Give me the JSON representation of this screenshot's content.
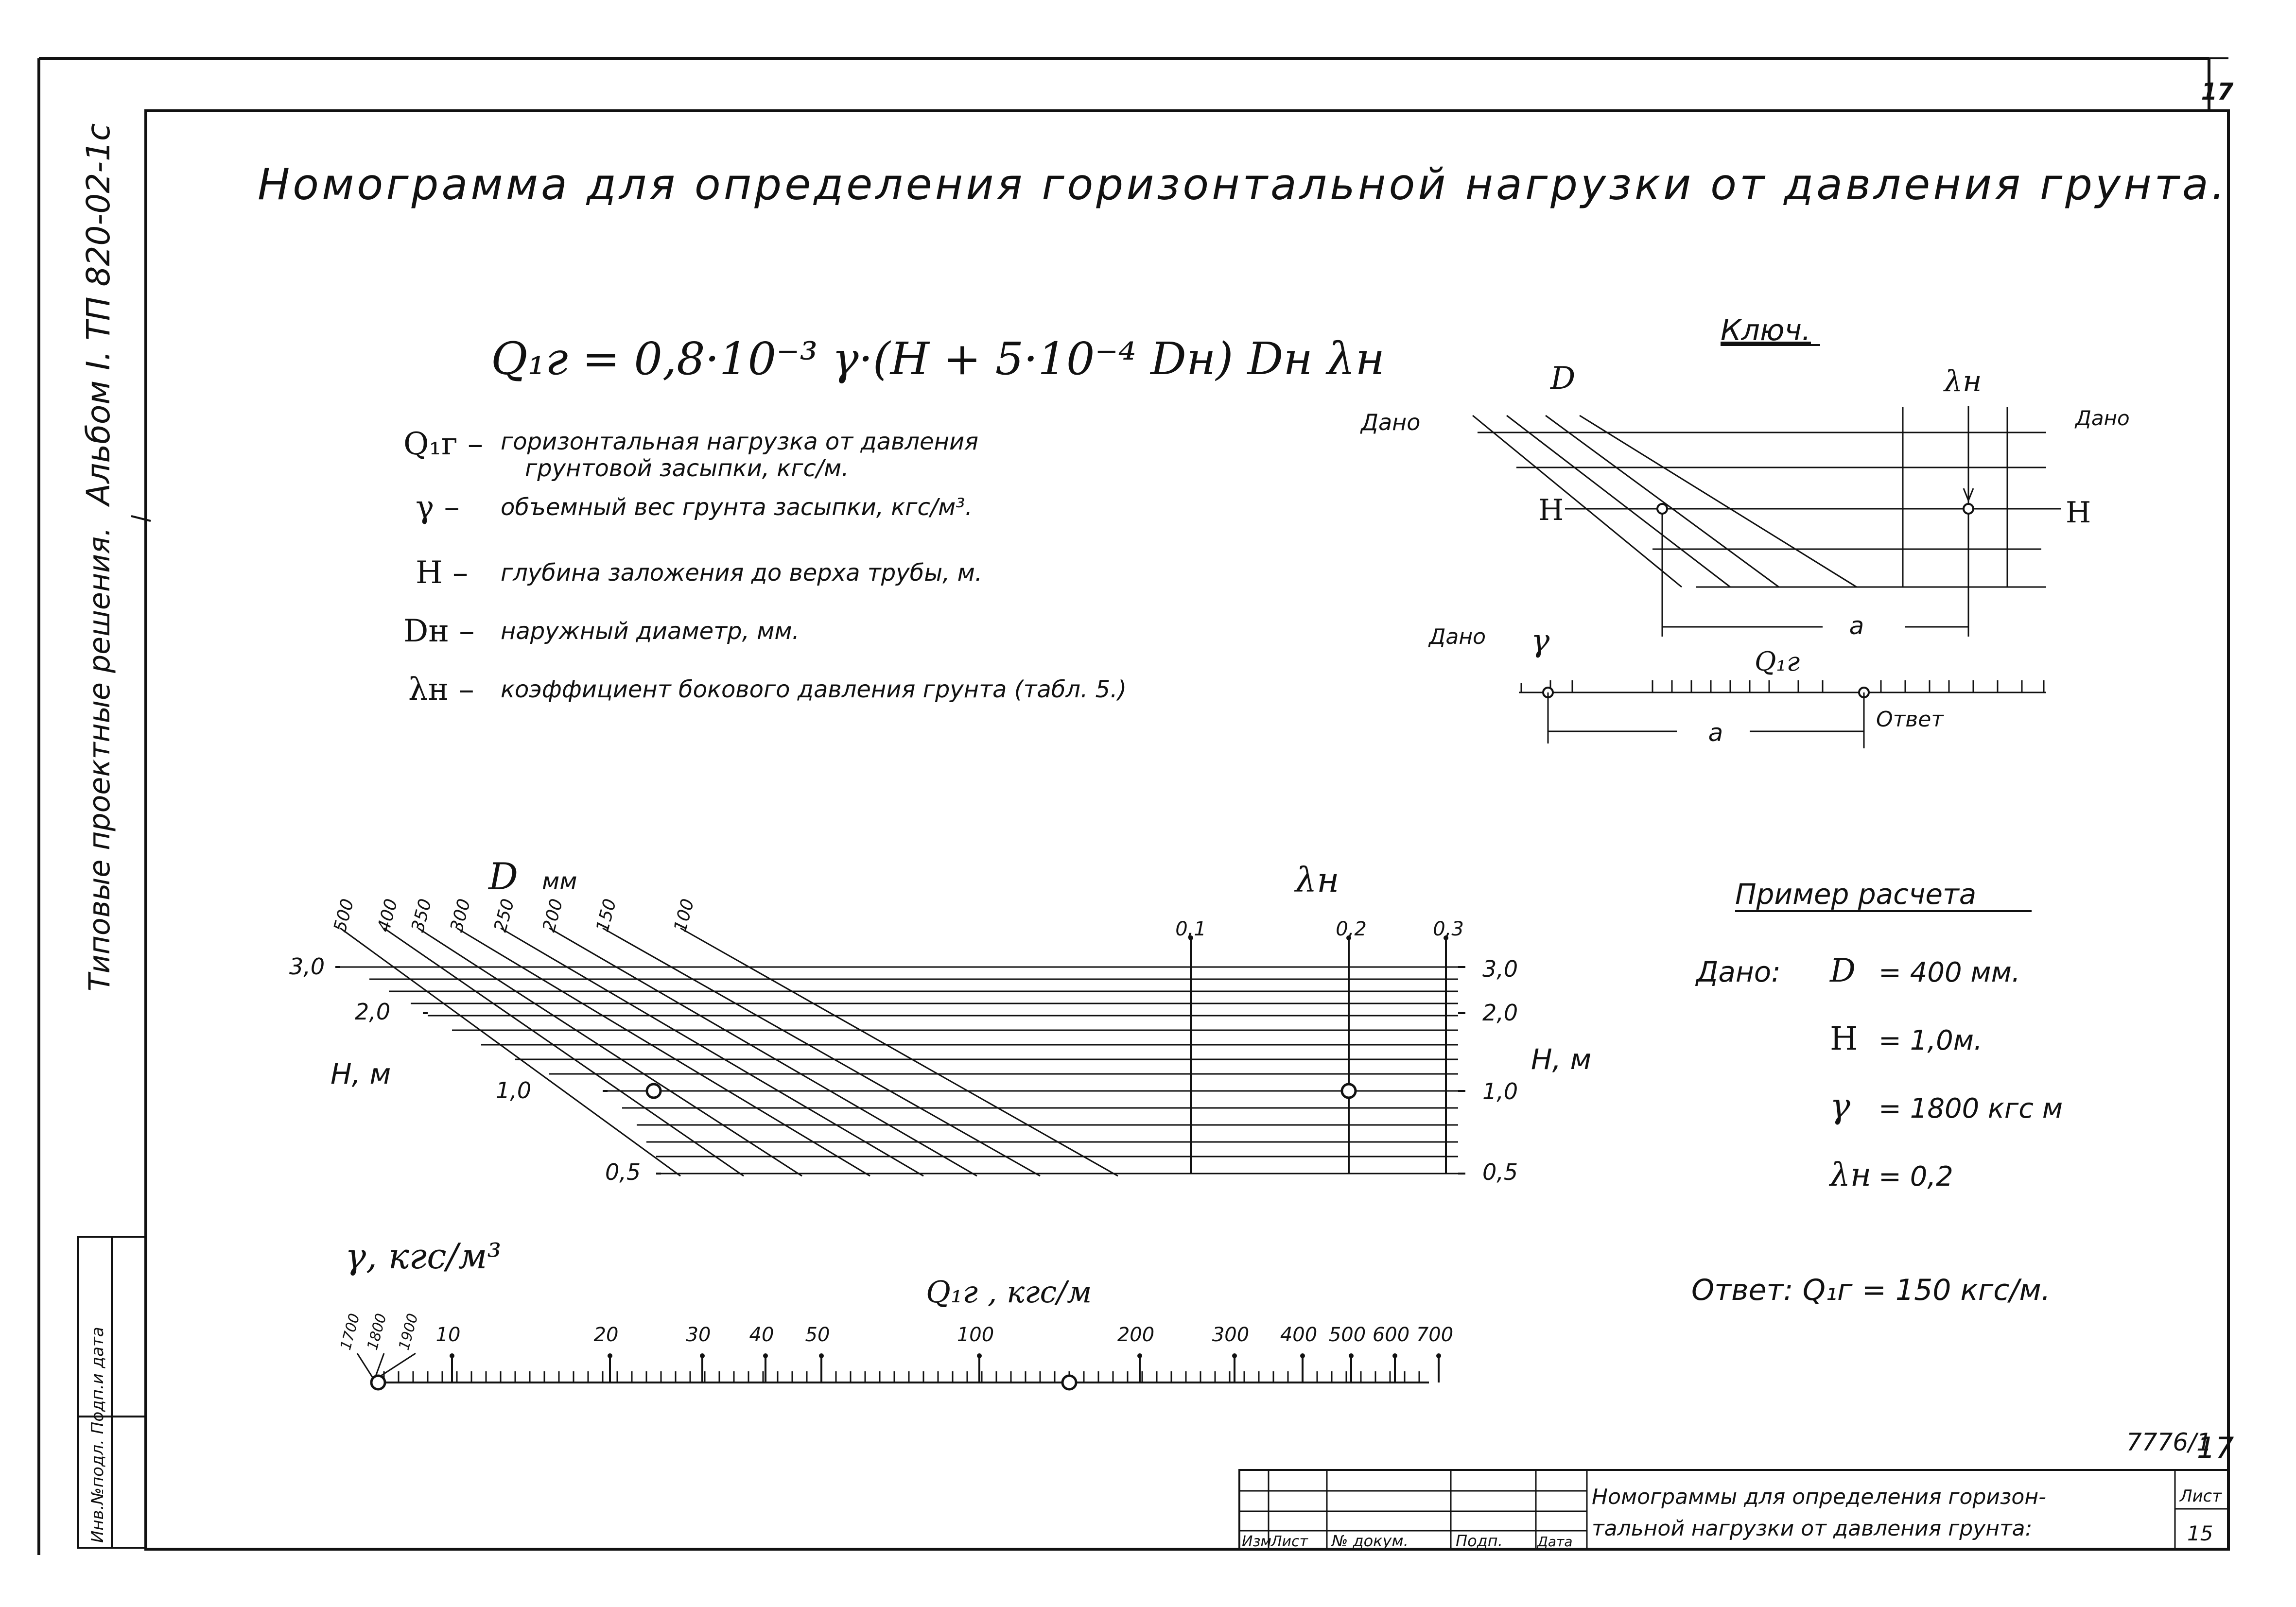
{
  "sheet": {
    "sheet_number": "17",
    "side_album": "Альбом I. ТП 820-02-1с",
    "side_series": "Типовые проектные решения.",
    "side_stamp_label": "Инв.№подл. Подп.и дата"
  },
  "title": "Номограмма для определения горизонтальной нагрузки от давления грунта.",
  "formula": "Q₁г = 0,8·10⁻³ γ·(H + 5·10⁻⁴ Dн) Dн λн",
  "legend": [
    {
      "symbol": "Q₁г –",
      "text": "горизонтальная нагрузка от давления",
      "text2": "грунтовой засыпки, кгс/м."
    },
    {
      "symbol": "γ –",
      "text": "объемный вес грунта засыпки, кгс/м³."
    },
    {
      "symbol": "H –",
      "text": "глубина заложения до верха трубы, м."
    },
    {
      "symbol": "Dн –",
      "text": "наружный диаметр, мм."
    },
    {
      "symbol": "λн –",
      "text": "коэффициент бокового давления грунта (табл. 5.)"
    }
  ],
  "key": {
    "title": "Ключ.",
    "d_label": "D",
    "lambda_label": "λн",
    "given_left": "Дано",
    "given_right": "Дано",
    "h_left": "H",
    "h_right": "H",
    "a_top": "a",
    "given_gamma": "Дано",
    "gamma": "γ",
    "q_label": "Q₁г",
    "answer": "Ответ",
    "a_bottom": "a"
  },
  "nomogram": {
    "d_axis_label": "D",
    "d_unit": "мм",
    "d_ticks": [
      "500",
      "400",
      "350",
      "300",
      "250",
      "200",
      "150",
      "100"
    ],
    "lambda_label": "λн",
    "lambda_ticks": [
      "0,1",
      "0,2",
      "0,3"
    ],
    "h_label_left": "H, м",
    "h_label_right": "H, м",
    "h_ticks_left": [
      "3,0",
      "2,0",
      "1,0",
      "0,5"
    ],
    "h_ticks_right": [
      "3,0",
      "2,0",
      "1,0",
      "0,5"
    ],
    "gamma_label": "γ, кгс/м³",
    "gamma_ticks": [
      "1700",
      "1800",
      "1900"
    ],
    "q_label": "Q₁г , кгс/м",
    "q_ticks": [
      "10",
      "20",
      "30",
      "40",
      "50",
      "100",
      "200",
      "300",
      "400",
      "500",
      "600",
      "700"
    ]
  },
  "example": {
    "title": "Пример расчета",
    "given_label": "Дано:",
    "rows": [
      {
        "sym": "D",
        "val": "= 400 мм."
      },
      {
        "sym": "H",
        "val": "= 1,0м."
      },
      {
        "sym": "γ",
        "val": "= 1800 кгс м"
      },
      {
        "sym": "λн",
        "val": "= 0,2"
      }
    ],
    "answer": "Ответ: Q₁г = 150 кгс/м."
  },
  "stamp": {
    "doc_number": "7776/1",
    "doc_sheet": "17",
    "caption_line1": "Номограммы для определения горизон-",
    "caption_line2": "тальной нагрузки от давления грунта:",
    "col_izm": "Изм",
    "col_list": "Лист",
    "col_ndok": "№ докум.",
    "col_podp": "Подп.",
    "col_data": "Дата",
    "list_label": "Лист",
    "list_value": "15"
  }
}
